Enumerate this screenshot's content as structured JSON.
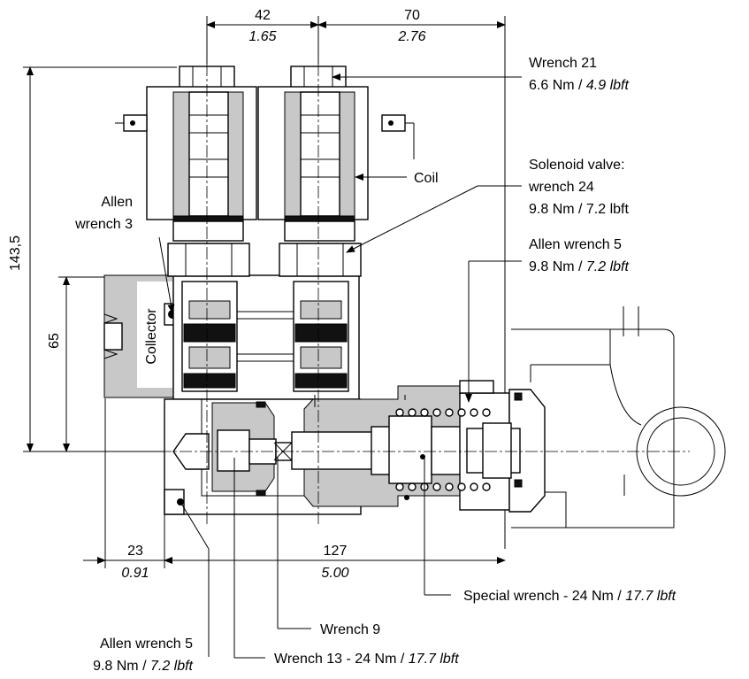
{
  "dimensions": {
    "top_left": {
      "mm": "42",
      "in": "1.65"
    },
    "top_right": {
      "mm": "70",
      "in": "2.76"
    },
    "height_total": {
      "mm": "143,5"
    },
    "height_block": {
      "mm": "65"
    },
    "bottom_left": {
      "mm": "23",
      "in": "0.91"
    },
    "bottom_right": {
      "mm": "127",
      "in": "5.00"
    }
  },
  "callouts": {
    "wrench21": {
      "line1": "Wrench 21",
      "line2_metric": "6.6 Nm / ",
      "line2_imperial": "4.9 lbft"
    },
    "coil": {
      "label": "Coil"
    },
    "solenoid": {
      "line1": "Solenoid valve:",
      "line2": "wrench 24",
      "line3": "9.8 Nm / 7.2 lbft"
    },
    "allen5_right": {
      "line1": "Allen wrench 5",
      "line2_metric": "9.8 Nm / ",
      "line2_imperial": "7.2 lbft"
    },
    "allen3": {
      "line1": "Allen",
      "line2": "wrench 3"
    },
    "collector": {
      "label": "Collector"
    },
    "special": {
      "metric": "Special wrench - 24 Nm / ",
      "imperial": "17.7 lbft"
    },
    "wrench9": {
      "label": "Wrench 9"
    },
    "allen5_bottom": {
      "line1": "Allen wrench 5",
      "line2_metric": "9.8 Nm / ",
      "line2_imperial": "7.2 lbft"
    },
    "wrench13": {
      "metric": "Wrench 13 - 24 Nm / ",
      "imperial": "17.7 lbft"
    }
  }
}
